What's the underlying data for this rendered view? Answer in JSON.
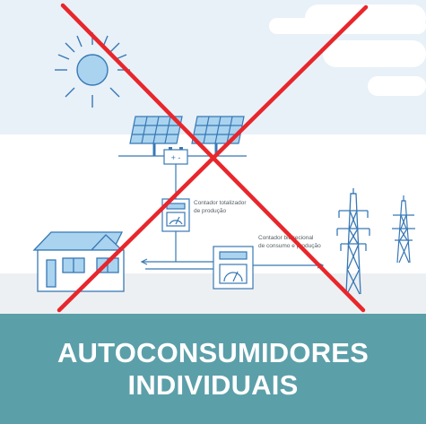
{
  "diagram": {
    "labels": {
      "meter_total_line1": "Contador totalizador",
      "meter_total_line2": "de produção",
      "meter_bidir_line1": "Contador bidirecional",
      "meter_bidir_line2": "de consumo e produção",
      "inverter": "+ -"
    },
    "icons": [
      "sun-icon",
      "solar-panel-icon",
      "inverter-icon",
      "meter-icon",
      "house-icon",
      "transmission-tower-icon"
    ],
    "crossed_out": true
  },
  "banner": {
    "line1": "AUTOCONSUMIDORES",
    "line2": "INDIVIDUAIS"
  },
  "colors": {
    "sky": "#e8f1f8",
    "ground": "#edf0f2",
    "line": "#3878b5",
    "fill": "#a9d3ef",
    "banner": "#5b9fa9",
    "cross": "#e8262b"
  }
}
